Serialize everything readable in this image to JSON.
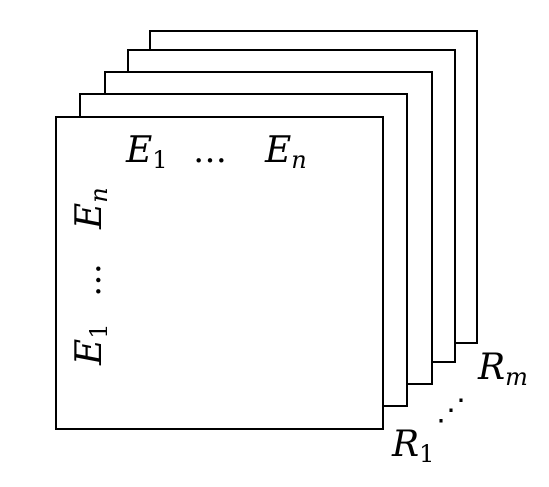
{
  "matrix_stack": {
    "column_labels": {
      "first": "E",
      "first_sub": "1",
      "ellipsis": "…",
      "last": "E",
      "last_sub": "n"
    },
    "row_labels": {
      "first": "E",
      "first_sub": "1",
      "ellipsis": "…",
      "last": "E",
      "last_sub": "n"
    },
    "relations": {
      "first": "R",
      "first_sub": "1",
      "ellipsis": "⋰",
      "last": "R",
      "last_sub": "m"
    }
  },
  "colors": {
    "stroke": "#000000",
    "fill": "#ffffff"
  }
}
